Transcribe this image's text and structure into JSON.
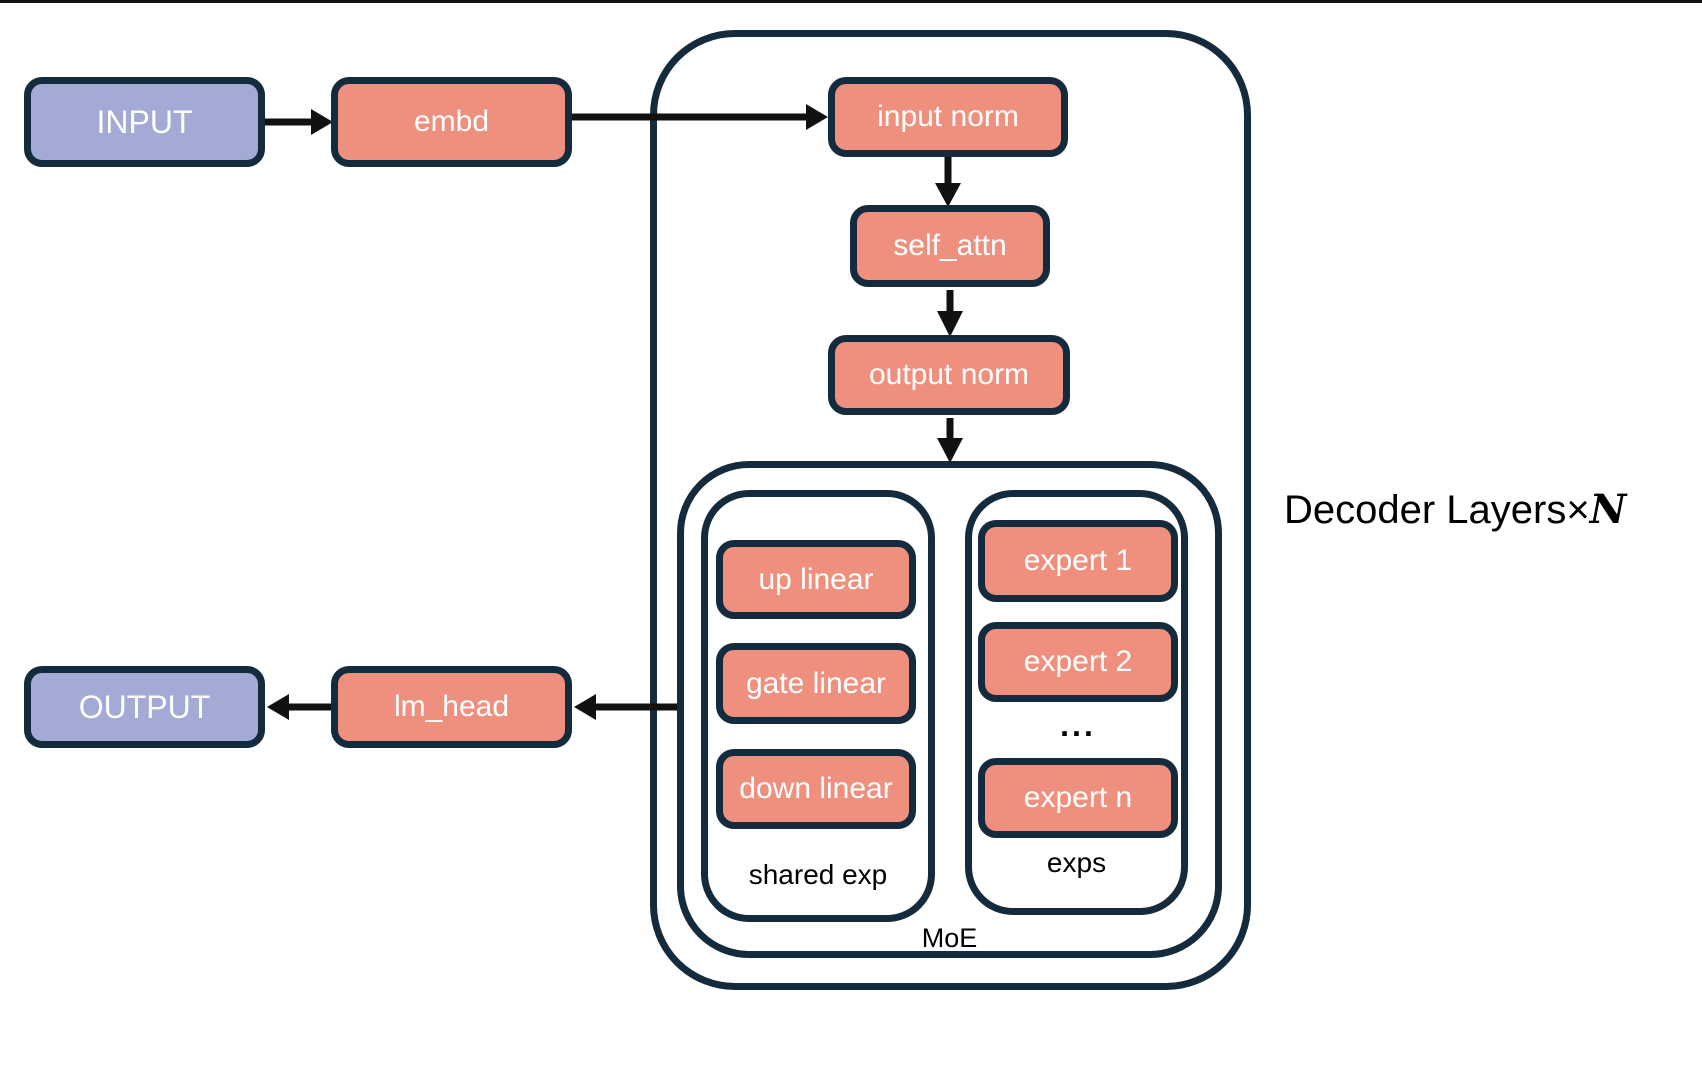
{
  "colors": {
    "outline": "#132B3D",
    "node_fill": "#EF907F",
    "io_fill": "#A3AAD5",
    "node_text": "#FFFFFF",
    "label_text": "#000000",
    "arrow": "#111111",
    "bg": "#FFFFFF"
  },
  "nodes": {
    "input": "INPUT",
    "embd": "embd",
    "input_norm": "input norm",
    "self_attn": "self_attn",
    "output_norm": "output norm",
    "up_linear": "up linear",
    "gate_linear": "gate linear",
    "down_linear": "down linear",
    "expert_1": "expert 1",
    "expert_2": "expert 2",
    "expert_n": "expert n",
    "lm_head": "lm_head",
    "output": "OUTPUT"
  },
  "labels": {
    "shared_exp": "shared exp",
    "exps": "exps",
    "moe": "MoE",
    "ellipsis": "...",
    "decoder_prefix": "Decoder Layers×",
    "decoder_n": "N"
  }
}
